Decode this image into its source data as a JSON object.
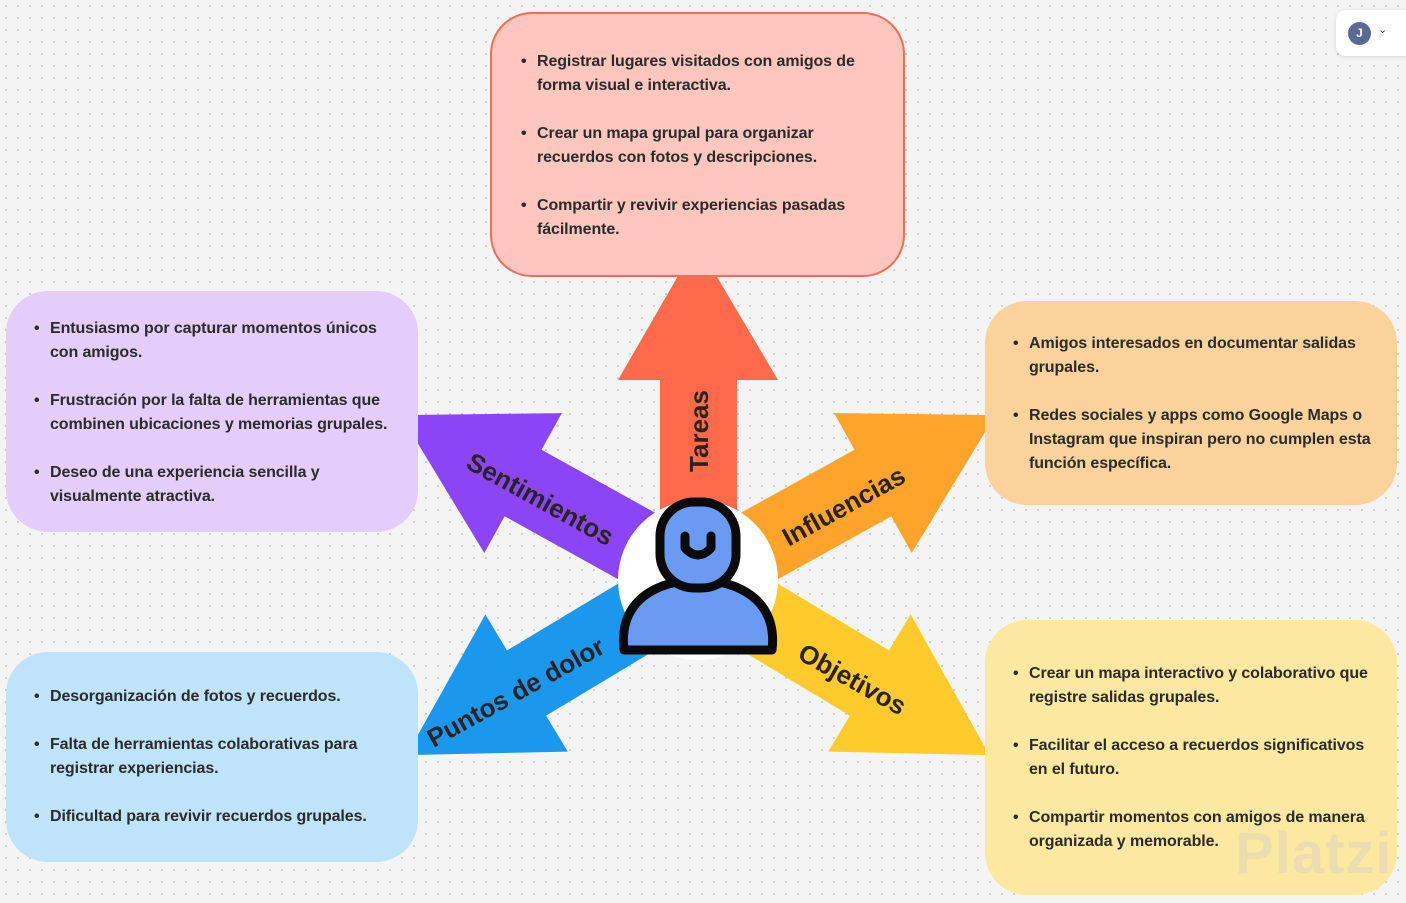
{
  "user_menu": {
    "initial": "J",
    "chevron_icon": "chevron-down-icon"
  },
  "center_icon": "user-icon",
  "colors": {
    "tareas": "#ff6b4a",
    "sentimientos": "#8c45f6",
    "influencias": "#ffa42b",
    "puntos_de_dolor": "#1b98ee",
    "objetivos": "#ffca2c"
  },
  "arrows": {
    "tareas": "Tareas",
    "sentimientos": "Sentimientos",
    "influencias": "Influencias",
    "puntos_de_dolor": "Puntos de dolor",
    "objetivos": "Objetivos"
  },
  "notes": {
    "tareas": [
      "Registrar lugares visitados con amigos de forma visual e interactiva.",
      "Crear un mapa grupal para organizar recuerdos con fotos y descripciones.",
      "Compartir y revivir experiencias pasadas fácilmente."
    ],
    "sentimientos": [
      "Entusiasmo por capturar momentos únicos con amigos.",
      "Frustración por la falta de herramientas que combinen ubicaciones y memorias grupales.",
      "Deseo de una experiencia sencilla y visualmente atractiva."
    ],
    "influencias": [
      "Amigos interesados en documentar salidas grupales.",
      "Redes sociales y apps como Google Maps o Instagram que inspiran pero no cumplen esta función específica."
    ],
    "puntos_de_dolor": [
      "Desorganización de fotos y recuerdos.",
      "Falta de herramientas colaborativas para registrar experiencias.",
      "Dificultad para revivir recuerdos grupales."
    ],
    "objetivos": [
      "Crear un mapa interactivo y colaborativo que registre salidas grupales.",
      "Facilitar el acceso a recuerdos significativos en el futuro.",
      "Compartir momentos con amigos de manera organizada y memorable."
    ]
  },
  "watermark": "Platzi"
}
